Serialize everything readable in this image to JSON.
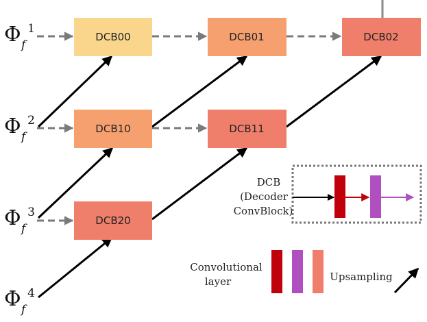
{
  "inputs": [
    {
      "symbol": "Φ",
      "superscript": "1",
      "subscript": "f"
    },
    {
      "symbol": "Φ",
      "superscript": "2",
      "subscript": "f"
    },
    {
      "symbol": "Φ",
      "superscript": "3",
      "subscript": "f"
    },
    {
      "symbol": "Φ",
      "superscript": "4",
      "subscript": "f"
    }
  ],
  "nodes": {
    "dcb00": {
      "label": "DCB00",
      "color": "#f9d68b"
    },
    "dcb01": {
      "label": "DCB01",
      "color": "#f6a070"
    },
    "dcb02": {
      "label": "DCB02",
      "color": "#ef7f6b"
    },
    "dcb10": {
      "label": "DCB10",
      "color": "#f6a070"
    },
    "dcb11": {
      "label": "DCB11",
      "color": "#ef7f6b"
    },
    "dcb20": {
      "label": "DCB20",
      "color": "#ef7f6b"
    }
  },
  "dcb_legend": {
    "line1": "DCB",
    "line2": "(Decoder",
    "line3": "ConvBlock)"
  },
  "legend": {
    "conv_line1": "Convolutional",
    "conv_line2": "layer",
    "upsampling": "Upsampling"
  },
  "colors": {
    "conv_red": "#c0000b",
    "conv_purple": "#b050c0",
    "conv_salmon": "#ef7f6b",
    "skip_gray": "#7a7a7a",
    "arrow_black": "#000000",
    "output_gray": "#8a8a8a"
  }
}
